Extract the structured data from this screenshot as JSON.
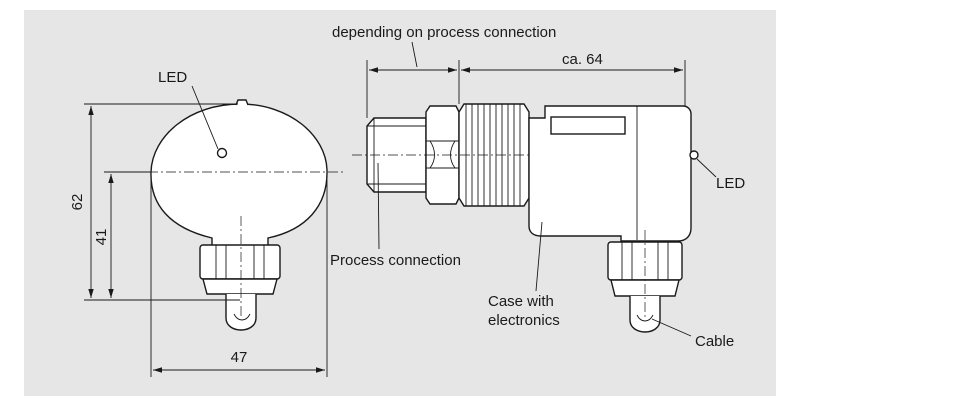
{
  "labels": {
    "led_front": "LED",
    "led_side": "LED",
    "depending": "depending on process connection",
    "ca64": "ca. 64",
    "process_connection": "Process connection",
    "case_line1": "Case with",
    "case_line2": "electronics",
    "cable": "Cable"
  },
  "dimensions": {
    "height_total": "62",
    "height_center": "41",
    "width": "47"
  }
}
